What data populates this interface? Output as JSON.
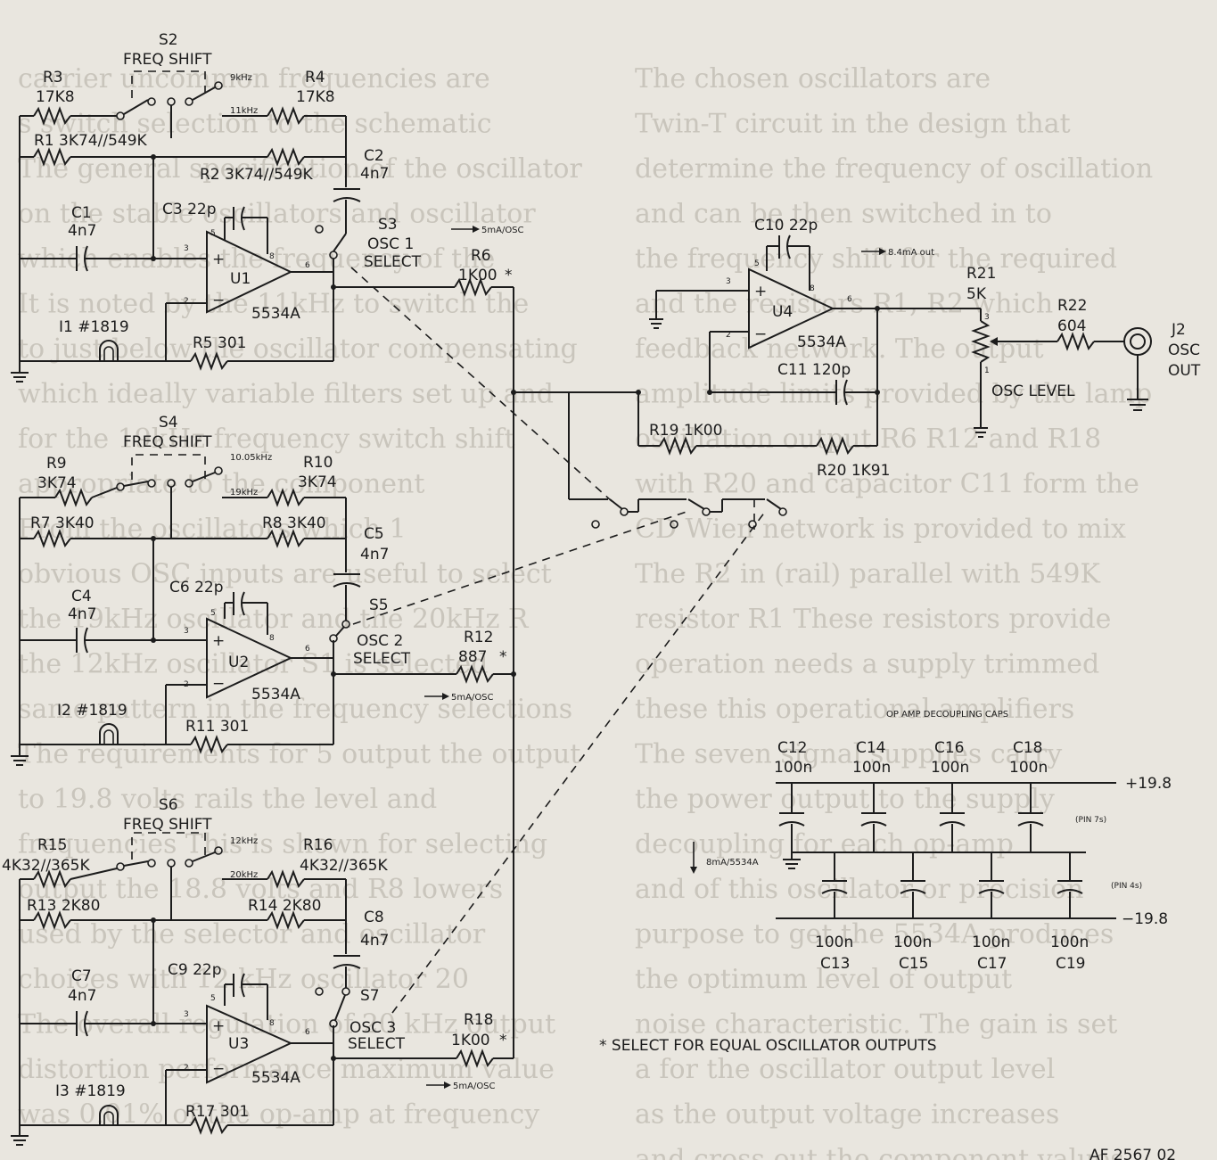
{
  "background_text": [
    "carrier uncommon frequencies are",
    "s switch selection to the schematic",
    "The general specification of the oscillator",
    "on the stable oscillators and oscillator",
    "which enables the frequency of the",
    "It is noted by the 11kHz to switch the",
    "to just below the oscillator compensating",
    "which ideally variable filters set up and",
    "for the 19kHz frequency switch shift",
    "appropriate to the component",
    "From the oscillators which 1",
    "obvious OSC inputs are useful to select",
    "the 19kHz oscillator and the 20kHz R",
    "the 12kHz oscillator S1 is selected",
    "same pattern in the frequency selections",
    "The requirements for 5 output the output",
    "to 19.8 volts rails the level and",
    "frequencies This is shown for selecting",
    "output the 18.8 volts and R8 lowers",
    "used by the selector and oscillator",
    "choices with 12 kHz oscillator 20",
    "The overall regulation of 20 kHz output",
    "distortion performance maximum value",
    "was 0.01% of the op-amp at frequency"
  ],
  "background_text_right": [
    "The chosen oscillators are",
    "Twin-T circuit in the design that",
    "determine the frequency of oscillation",
    "and can be then switched in to",
    "the frequency shift for the required",
    "and the resistors R1, R2 which",
    "feedback network. The output",
    "amplitude limits provided by the lamp",
    "oscillation output R6 R12 and R18",
    "with R20 and capacitor C11 form the",
    "CD Wien network is provided to mix",
    "The R2 in (rail) parallel with 549K",
    "resistor R1 These resistors provide",
    "operation needs a supply trimmed",
    "these this operational amplifiers",
    "The seven signal supplies carry",
    "the power output to the supply",
    "decoupling for each op-amp",
    "and of this oscillator or precision",
    "purpose to get the 5534A produces",
    "the optimum level of output",
    "noise characteristic. The gain is set",
    "a for the oscillator output level",
    "as the output voltage increases",
    "and cross out the component values"
  ],
  "labels": {
    "s2": "S2",
    "s2_name": "FREQ  SHIFT",
    "s2_f1": "9kHz",
    "s2_f2": "11kHz",
    "r3": "R3",
    "r3_val": "17K8",
    "r4": "R4",
    "r4_val": "17K8",
    "r1": "R1  3K74//549K",
    "r2": "R2  3K74//549K",
    "c2": "C2",
    "c2_val": "4n7",
    "c1": "C1",
    "c1_val": "4n7",
    "c3": "C3  22p",
    "s3": "S3",
    "s3_name": "OSC  1",
    "s3_sel": "SELECT",
    "u1": "U1",
    "u1_type": "5534A",
    "i1": "I1  #1819",
    "r5": "R5  301",
    "r6": "R6",
    "r6_val": "1K00",
    "r6_star": "*",
    "cur1": "5mA/OSC",
    "s4": "S4",
    "s4_name": "FREQ  SHIFT",
    "s4_f1": "10.05kHz",
    "s4_f2": "19kHz",
    "r9": "R9",
    "r9_val": "3K74",
    "r10": "R10",
    "r10_val": "3K74",
    "r7": "R7  3K40",
    "r8": "R8  3K40",
    "c5": "C5",
    "c5_val": "4n7",
    "c4": "C4",
    "c4_val": "4n7",
    "c6": "C6  22p",
    "s5": "S5",
    "s5_name": "OSC  2",
    "s5_sel": "SELECT",
    "u2": "U2",
    "u2_type": "5534A",
    "i2": "I2  #1819",
    "r11": "R11  301",
    "r12": "R12",
    "r12_val": "887",
    "r12_star": "*",
    "cur2": "5mA/OSC",
    "s6": "S6",
    "s6_name": "FREQ  SHIFT",
    "s6_f1": "12kHz",
    "s6_f2": "20kHz",
    "r15": "R15",
    "r15_val": "4K32//365K",
    "r16": "R16",
    "r16_val": "4K32//365K",
    "r13": "R13  2K80",
    "r14": "R14  2K80",
    "c8": "C8",
    "c8_val": "4n7",
    "c7": "C7",
    "c7_val": "4n7",
    "c9": "C9  22p",
    "s7": "S7",
    "s7_name": "OSC  3",
    "s7_sel": "SELECT",
    "u3": "U3",
    "u3_type": "5534A",
    "i3": "I3  #1819",
    "r17": "R17  301",
    "r18": "R18",
    "r18_val": "1K00",
    "r18_star": "*",
    "cur3": "5mA/OSC",
    "c10": "C10  22p",
    "u4": "U4",
    "u4_type": "5534A",
    "cur4": "8.4mA  out",
    "c11": "C11  120p",
    "r19": "R19  1K00",
    "r20": "R20  1K91",
    "r21": "R21",
    "r21_val": "5K",
    "r22": "R22",
    "r22_val": "604",
    "j2": "J2",
    "j2_name": "OSC",
    "j2_out": "OUT",
    "osc_level": "OSC  LEVEL",
    "dec_title": "OP  AMP  DECOUPLING  CAPS",
    "c12": "C12",
    "c14": "C14",
    "c16": "C16",
    "c18": "C18",
    "v100n": "100n",
    "c13": "C13",
    "c15": "C15",
    "c17": "C17",
    "c19": "C19",
    "vpos": "+19.8",
    "vneg": "−19.8",
    "pin7": "(PIN  7s)",
    "pin4": "(PIN  4s)",
    "cur_dec": "8mA/5534A",
    "note": "*  SELECT  FOR  EQUAL  OSCILLATOR  OUTPUTS",
    "drawing_no": "AF 2567 02"
  }
}
